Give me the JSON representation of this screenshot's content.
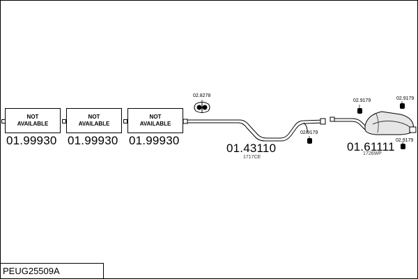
{
  "parts": {
    "unavailable": [
      {
        "line1": "NOT",
        "line2": "AVAILABLE",
        "code": "01.99930"
      },
      {
        "line1": "NOT",
        "line2": "AVAILABLE",
        "code": "01.99930"
      },
      {
        "line1": "NOT",
        "line2": "AVAILABLE",
        "code": "01.99930"
      }
    ],
    "middle_pipe": {
      "code": "01.43110",
      "ref": "1717CE"
    },
    "rear_silencer": {
      "code": "01.61111",
      "ref": "1726WP"
    },
    "clamp": {
      "code": "02.8278"
    },
    "hangers": [
      {
        "code": "02.9179"
      },
      {
        "code": "02.9179"
      },
      {
        "code": "02.9179"
      },
      {
        "code": "02.9179"
      }
    ]
  },
  "footer": {
    "kit_code": "PEUG25509A"
  }
}
